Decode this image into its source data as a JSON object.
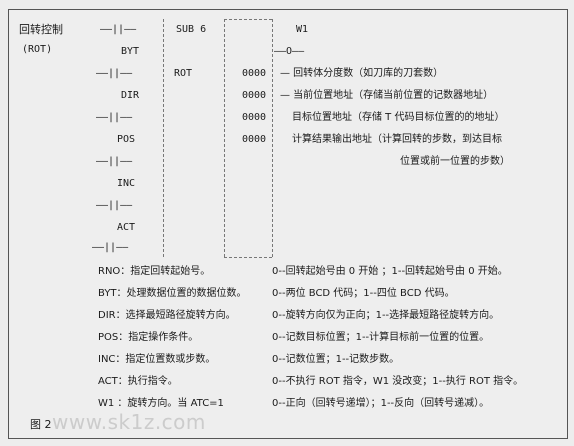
{
  "header": {
    "title": "回转控制",
    "subtitle": "(ROT)"
  },
  "ladder": {
    "rung1": "——||——",
    "instruction": "SUB 6",
    "w1_label": "W1",
    "w1_coil": "——O——",
    "byt": "BYT",
    "rung2": "——||——",
    "rot": "ROT",
    "dir": "DIR",
    "rung3": "——||——",
    "pos": "POS",
    "rung4": "——||——",
    "inc": "INC",
    "rung5": "——||——",
    "act": "ACT",
    "rung6": "——||——"
  },
  "params": [
    {
      "code": "0000",
      "desc": "— 回转体分度数（如刀库的刀套数）"
    },
    {
      "code": "0000",
      "desc": "— 当前位置地址（存储当前位置的记数器地址）"
    },
    {
      "code": "0000",
      "desc": "目标位置地址（存储 T 代码目标位置的的地址）"
    },
    {
      "code": "0000",
      "desc": "计算结果输出地址（计算回转的步数，到达目标"
    },
    {
      "code": "",
      "desc": "位置或前一位置的步数）"
    }
  ],
  "notes": [
    {
      "key": "RNO：指定回转起始号。",
      "val": "0--回转起始号由 0 开始 ；1--回转起始号由 0 开始。"
    },
    {
      "key": "BYT：处理数据位置的数据位数。",
      "val": "0--两位 BCD 代码；1--四位 BCD 代码。"
    },
    {
      "key": "DIR：选择最短路径旋转方向。",
      "val": "0--旋转方向仅为正向；1--选择最短路径旋转方向。"
    },
    {
      "key": "POS：指定操作条件。",
      "val": "0--记数目标位置；1--计算目标前一位置的位置。"
    },
    {
      "key": "INC：指定位置数或步数。",
      "val": "0--记数位置；1--记数步数。"
    },
    {
      "key": "ACT：执行指令。",
      "val": "0--不执行 ROT 指令，W1 没改变；1--执行 ROT 指令。"
    },
    {
      "key": "W1 ：旋转方向。当 ATC=1",
      "val": "0--正向（回转号递增）；1--反向（回转号递减）。"
    }
  ],
  "caption": "图 2",
  "watermark": "www.sk1z.com"
}
